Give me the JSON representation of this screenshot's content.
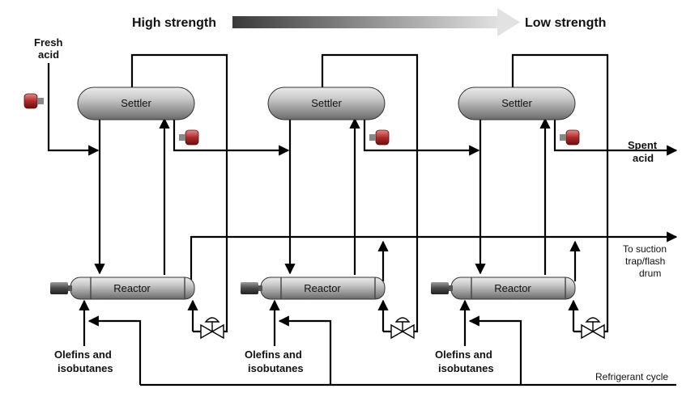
{
  "header": {
    "high_label": "High strength",
    "low_label": "Low strength"
  },
  "inlet": {
    "fresh_line1": "Fresh",
    "fresh_line2": "acid"
  },
  "outlet": {
    "spent_line1": "Spent",
    "spent_line2": "acid",
    "suction_line1": "To suction",
    "suction_line2": "trap/flash",
    "suction_line3": "drum",
    "refrigerant": "Refrigerant cycle"
  },
  "vessels": {
    "settler_label": "Settler",
    "reactor_label": "Reactor"
  },
  "feeds": {
    "line1": "Olefins and",
    "line2": "isobutanes"
  },
  "colors": {
    "pipe": "#000000",
    "vessel_gray": "#9a9a9a",
    "pump_red": "#b03030",
    "arrow_gradient_start": "#444444",
    "arrow_gradient_end": "#dddddd"
  }
}
